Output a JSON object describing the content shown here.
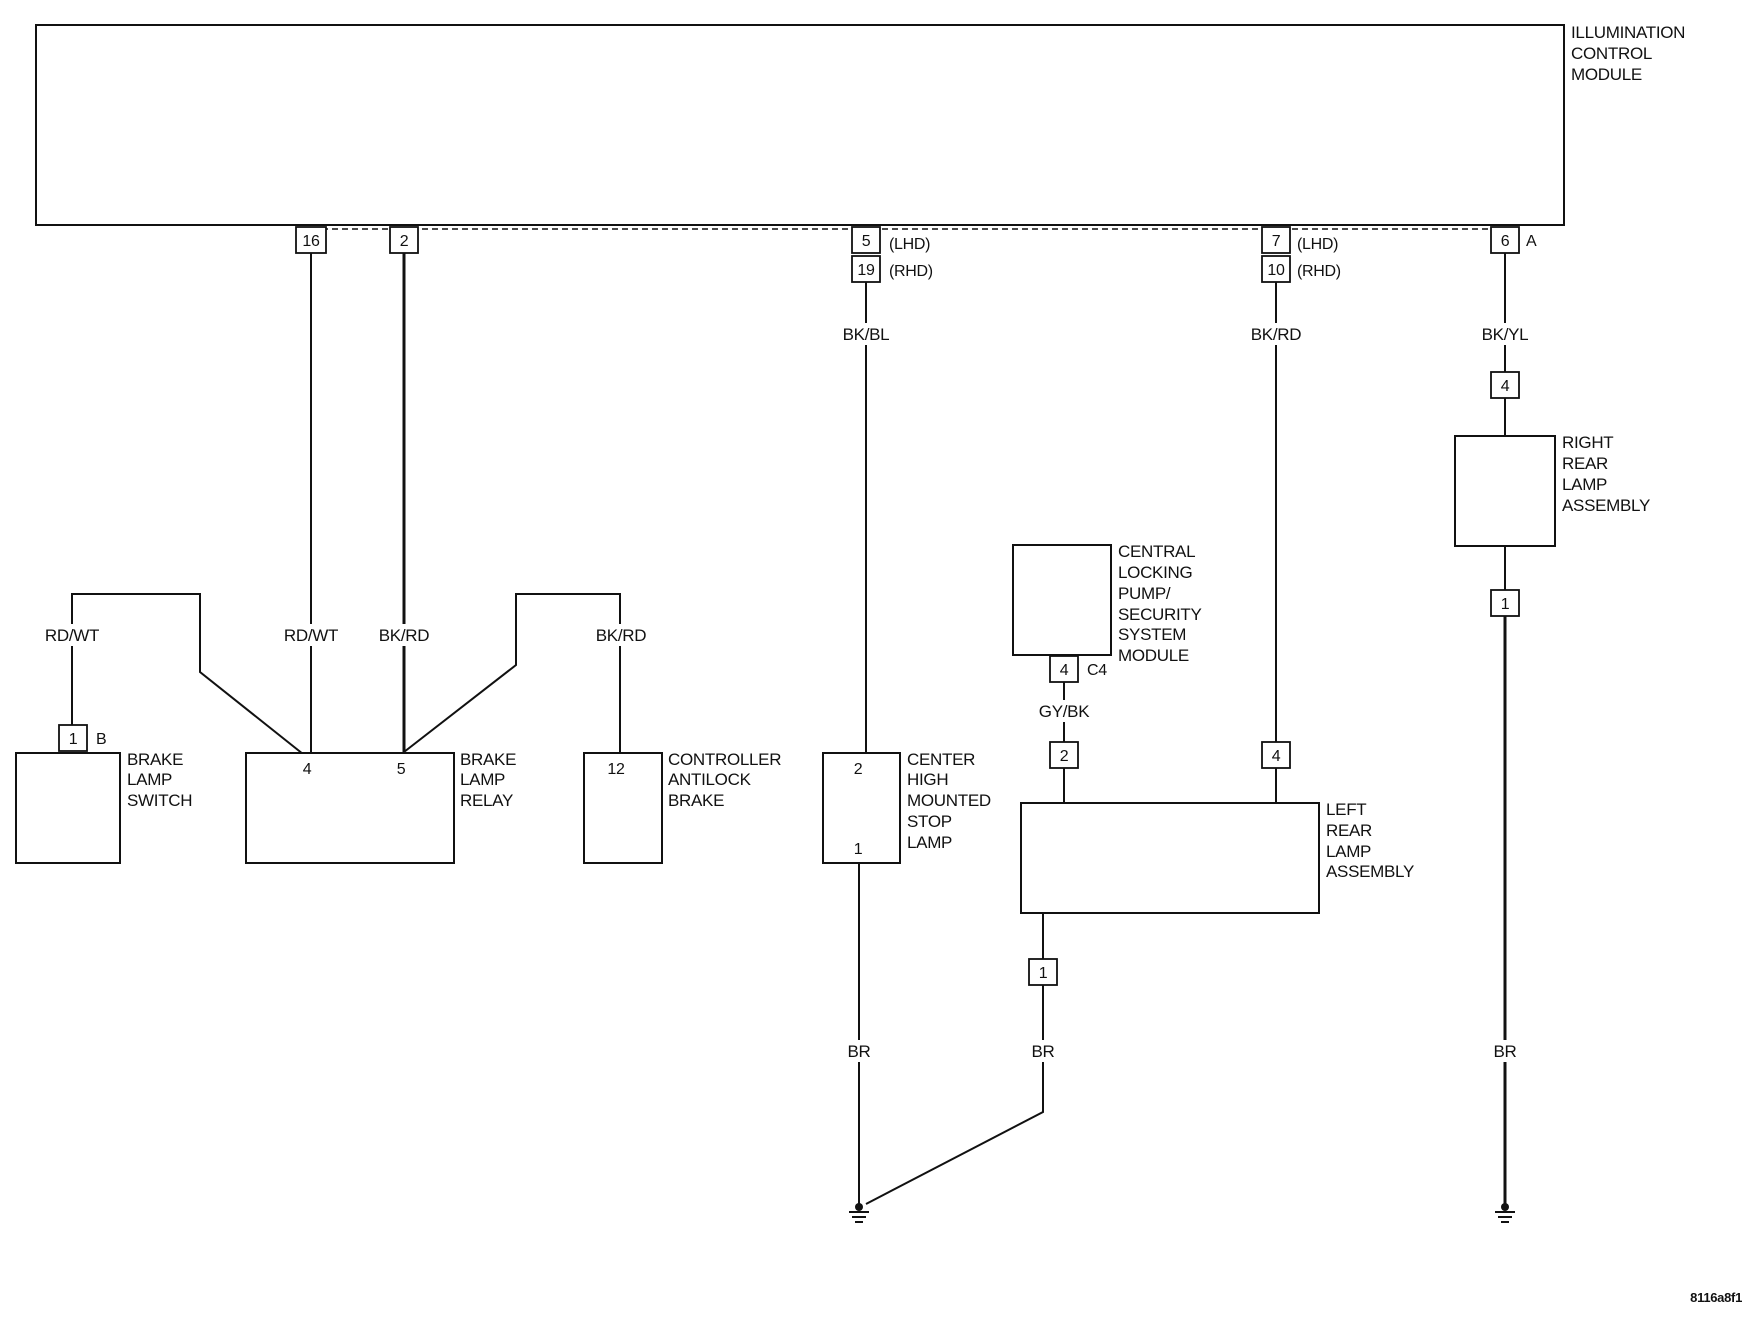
{
  "module": {
    "title_lines": [
      "ILLUMINATION",
      "CONTROL",
      "MODULE"
    ],
    "pins": {
      "p16": "16",
      "p2": "2",
      "p5": "5",
      "p5_note": "(LHD)",
      "p19": "19",
      "p19_note": "(RHD)",
      "p7": "7",
      "p7_note": "(LHD)",
      "p10": "10",
      "p10_note": "(RHD)",
      "p6": "6",
      "connector": "A"
    }
  },
  "wires": {
    "bkbl": "BK/BL",
    "bkrd_right": "BK/RD",
    "bkyl": "BK/YL",
    "rdwt_switch": "RD/WT",
    "rdwt_relay": "RD/WT",
    "bkrd_relay": "BK/RD",
    "bkrd_abs": "BK/RD",
    "gybk": "GY/BK",
    "br_chmsl": "BR",
    "br_left": "BR",
    "br_right": "BR"
  },
  "components": {
    "brake_switch": {
      "lines": [
        "BRAKE",
        "LAMP",
        "SWITCH"
      ],
      "pin": "1",
      "connector": "B"
    },
    "brake_relay": {
      "lines": [
        "BRAKE",
        "LAMP",
        "RELAY"
      ],
      "pin4": "4",
      "pin5": "5"
    },
    "abs": {
      "lines": [
        "CONTROLLER",
        "ANTILOCK",
        "BRAKE"
      ],
      "pin": "12"
    },
    "chmsl": {
      "lines": [
        "CENTER",
        "HIGH",
        "MOUNTED",
        "STOP",
        "LAMP"
      ],
      "pin2": "2",
      "pin1": "1"
    },
    "security": {
      "lines": [
        "CENTRAL",
        "LOCKING",
        "PUMP/",
        "SECURITY",
        "SYSTEM",
        "MODULE"
      ],
      "pin": "4",
      "connector": "C4"
    },
    "left_rear": {
      "lines": [
        "LEFT",
        "REAR",
        "LAMP",
        "ASSEMBLY"
      ],
      "pin2": "2",
      "pin4": "4",
      "pin1": "1"
    },
    "right_rear": {
      "lines": [
        "RIGHT",
        "REAR",
        "LAMP",
        "ASSEMBLY"
      ],
      "pin4": "4",
      "pin1": "1"
    }
  },
  "figure_code": "8116a8f1"
}
